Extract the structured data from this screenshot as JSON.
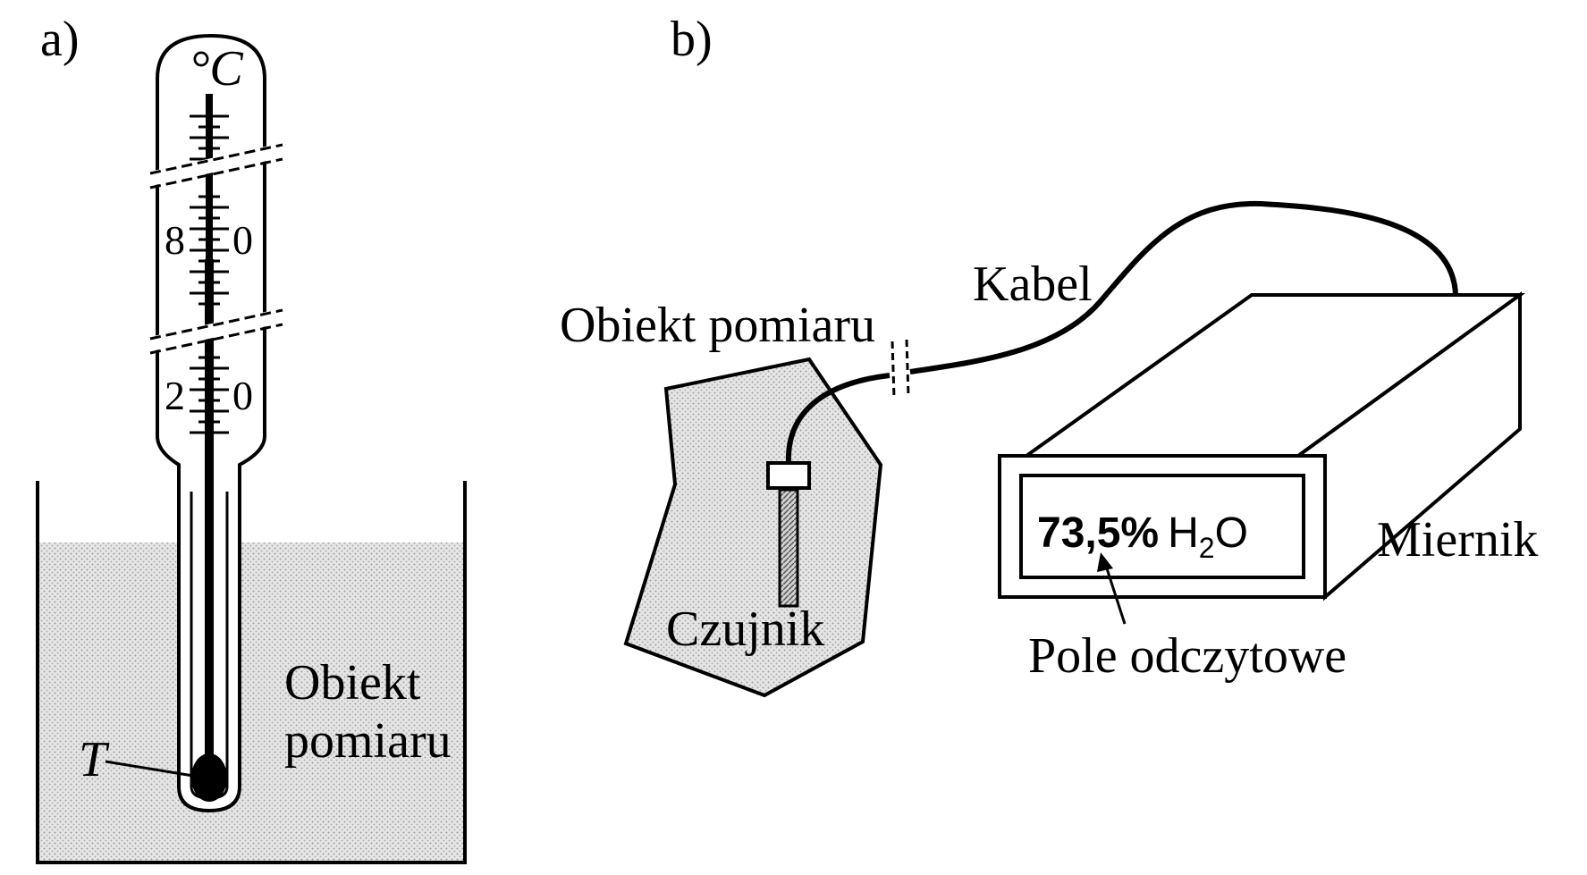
{
  "panel_a": {
    "label": "a)",
    "unit": "°C",
    "scale_upper_left": "8",
    "scale_upper_right": "0",
    "scale_lower_left": "2",
    "scale_lower_right": "0",
    "bulb_label": "T",
    "object_label_line1": "Obiekt",
    "object_label_line2": "pomiaru"
  },
  "panel_b": {
    "label": "b)",
    "object_label": "Obiekt pomiaru",
    "sensor_label": "Czujnik",
    "cable_label": "Kabel",
    "meter_label": "Miernik",
    "display_value": "73,5%",
    "display_unit_main": "H",
    "display_unit_sub": "2",
    "display_unit_end": "O",
    "readout_label": "Pole odczytowe"
  }
}
